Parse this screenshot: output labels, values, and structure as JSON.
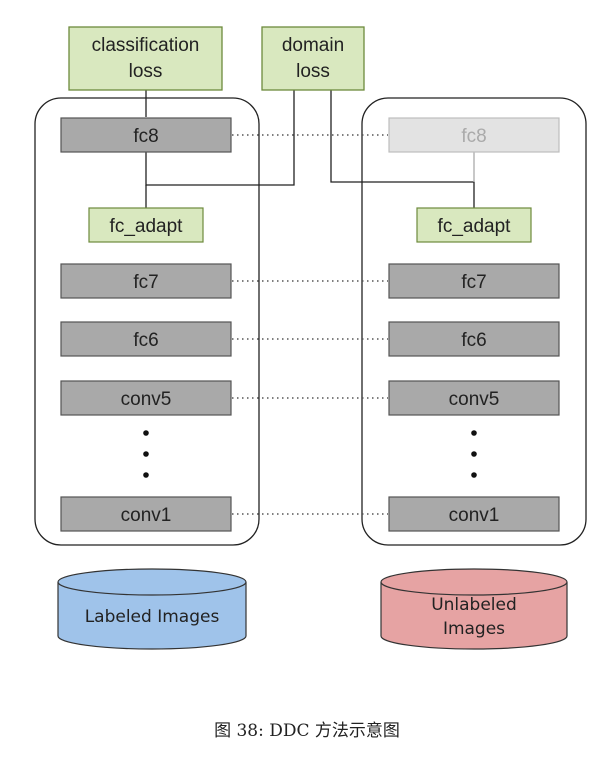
{
  "diagram": {
    "losses": {
      "classification": [
        "classification",
        "loss"
      ],
      "domain": [
        "domain",
        "loss"
      ]
    },
    "source_layers": {
      "fc8": "fc8",
      "fc_adapt": "fc_adapt",
      "fc7": "fc7",
      "fc6": "fc6",
      "conv5": "conv5",
      "conv1": "conv1"
    },
    "target_layers": {
      "fc8": "fc8",
      "fc_adapt": "fc_adapt",
      "fc7": "fc7",
      "fc6": "fc6",
      "conv5": "conv5",
      "conv1": "conv1"
    },
    "datasets": {
      "source": [
        "Labeled Images"
      ],
      "target": [
        "Unlabeled",
        "Images"
      ]
    },
    "caption": "图 38: DDC 方法示意图"
  },
  "colors": {
    "loss_fill": "#d9e8bf",
    "loss_stroke": "#6d8a3c",
    "layer_fill": "#a9a9a9",
    "layer_faded_fill": "#e3e3e3",
    "layer_faded_stroke": "#bdbdbd",
    "labeled_db_fill": "#9fc3ea",
    "unlabeled_db_fill": "#e6a3a3"
  }
}
